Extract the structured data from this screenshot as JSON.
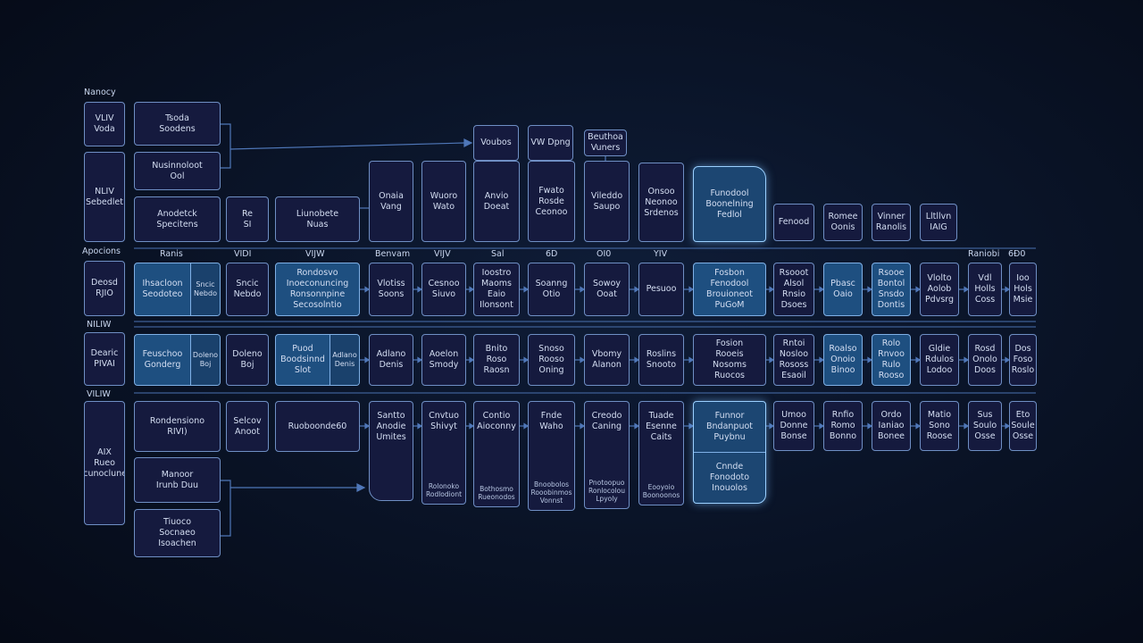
{
  "labels": {
    "top_left": "Nanocy",
    "row_a": "Apocions",
    "row_b": "NILIW",
    "row_c": "VILIW"
  },
  "column_headers": [
    "Ranis",
    "VIDI",
    "VIJW",
    "Benvam",
    "VIJV",
    "Sal",
    "6D",
    "OI0",
    "YIV",
    "Raniobi",
    "6Ð0"
  ],
  "side_labels": {
    "r1a": "VLIV\nVoda",
    "r1b": "NLIV\nSebedlet",
    "r2": "Deosd\nRJIO",
    "r3": "Dearic\nPIVAI",
    "r4": "AIX\nRueo\nMicunoclunete"
  },
  "top_group": {
    "a1": "Tsoda\nSoodens",
    "a2": "Nusinnoloot\nOol",
    "a3": "Anodetck\nSpecitens",
    "a4": "Re\nSI",
    "a5": "Liunobete\nNuas",
    "p1": "Voubos",
    "p2": "VW Dpng",
    "p3": "Beuthoa\nVuners"
  },
  "row1": [
    "Onaia\nVang",
    "Wuoro\nWato",
    "Anvio\nDoeat",
    "Fwato\nRosde\nCeonoo",
    "Vileddo\nSaupo",
    "Onsoo\nNeonoo\nSrdenos",
    "Funodool\nBoonelning\nFedlol",
    "Fenood",
    "Romee\nOonis",
    "Vinner\nRanolis",
    "Lltllvn\nIAIG"
  ],
  "row2": [
    "Ihsacloon\nSeodoteo",
    "Sncic\nNebdo",
    "Rondosvo\nInoeconuncing\nRonsonnpine\nSecosolntio",
    "Vlotiss\nSoons",
    "Cesnoo\nSiuvo",
    "Ioostro\nMaoms\nEaio\nIlonsont",
    "Soanng\nOtio",
    "Sowoy\nOoat",
    "Pesuoo",
    "Fosbon\nFenodool\nBrouioneot\nPuGoM",
    "Rsooot\nAlsol\nRnsio\nDsoes",
    "Pbasc\nOaio",
    "Rsooe\nBontol\nSnsdo\nDontis",
    "Vlolto\nAolob\nPdvsrg",
    "Vdl\nHolls\nCoss",
    "Ioo\nHols\nMsie"
  ],
  "row3": [
    "Feuschoo\nGonderg",
    "Doleno\nBoj",
    "Puod\nBoodsinnd\nSlot",
    "Adlano\nDenis",
    "Aoelon\nSmody",
    "Bnito\nRoso\nRaosn",
    "Snoso\nRooso\nOning",
    "Vbomy\nAlanon",
    "Roslins\nSnooto",
    "Fosion\nRooeis\nNosoms\nRuocos",
    "Rntoi\nNosloo\nRososs\nEsaoil",
    "Roalso\nOnoio\nBinoo",
    "Rolo\nRnvoo\nRulo\nRooso",
    "Gldie\nRdulos\nLodoo",
    "Rosd\nOnolo\nDoos",
    "Dos\nFoso\nRoslo"
  ],
  "row4": {
    "b1": "Rondensiono\nRIVI)",
    "b2": "Selcov\nAnoot",
    "b3": "Ruoboonde60",
    "b4": "Manoor\nIrunb Duu",
    "b5": "Tiuoco\nSocnaeo\nIsoachen",
    "cols": [
      {
        "t": "Santto\nAnodie\nUmites",
        "s": ""
      },
      {
        "t": "Cnvtuo\nShivyt",
        "s": "Rolonoko\nRodlodiont"
      },
      {
        "t": "Contio\nAioconny",
        "s": "Bothosmo\nRueonodos"
      },
      {
        "t": "Fnde\nWaho",
        "s": "Bnoobolos\nRooobinmos\nVonnst"
      },
      {
        "t": "Creodo\nCaning",
        "s": "Pnotoopuo\nRonlocolou\nLpyoly"
      },
      {
        "t": "Tuade\nEsenne\nCaits",
        "s": "Eooyoio\nBoonoonos"
      }
    ],
    "wide_top": "Funnor\nBndanpuot\nPuybnu",
    "wide_bot": "Cnnde\nFonodoto\nInouolos",
    "tail": [
      "Umoo\nDonne\nBonse",
      "Rnfio\nRomo\nBonno",
      "Ordo\nIaniao\nBonee",
      "Matio\nSono\nRoose",
      "Sus\nSoulo\nOsse",
      "Eto\nSoule\nOsse"
    ]
  },
  "colors": {
    "background": "#0a1428",
    "box_fill": "#151a3e",
    "box_border": "#6f8fc4",
    "highlight_fill": "#1e4f80",
    "wire": "#4f77b8"
  }
}
